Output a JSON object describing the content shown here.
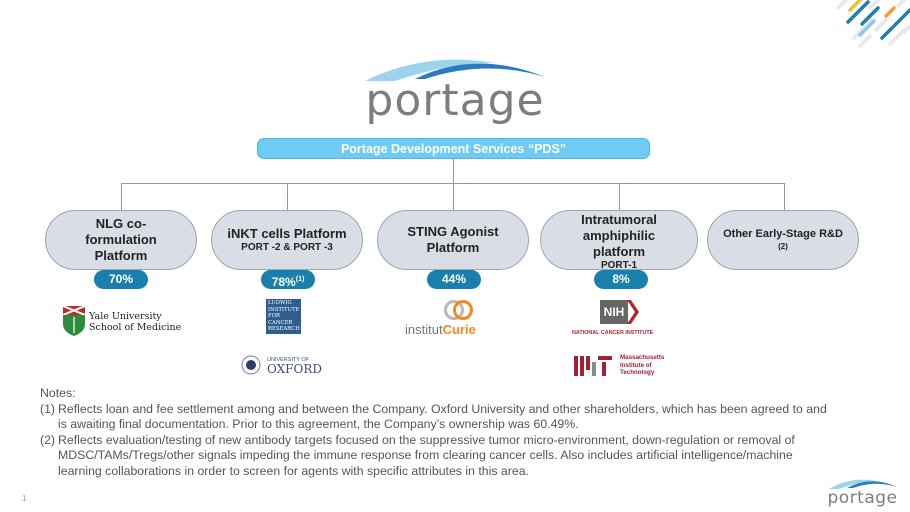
{
  "brand": {
    "logo_text": "portage",
    "colors": {
      "arc_light": "#9dd3ec",
      "arc_dark": "#2a7cbf",
      "logo_gray": "#7d7d7d",
      "pds_bar": "#6fcbf2",
      "badge": "#1a7fab",
      "pill": "#d9dde6",
      "connector": "#8a9ab0"
    }
  },
  "header": {
    "pds_label": "Portage Development Services “PDS”"
  },
  "platforms": [
    {
      "title": "NLG co-formulation Platform",
      "subtitle": "",
      "ownership": "70%",
      "ownership_note": "",
      "partners": [
        "Yale University School of Medicine"
      ]
    },
    {
      "title": "iNKT cells Platform",
      "subtitle": "PORT -2 & PORT -3",
      "ownership": "78%",
      "ownership_note": "(1)",
      "partners": [
        "Ludwig Institute for Cancer Research",
        "University of Oxford"
      ]
    },
    {
      "title": "STING Agonist Platform",
      "subtitle": "",
      "ownership": "44%",
      "ownership_note": "",
      "partners": [
        "institut Curie"
      ]
    },
    {
      "title": "Intratumoral amphiphilic platform",
      "subtitle": "PORT-1",
      "ownership": "8%",
      "ownership_note": "",
      "partners": [
        "NIH National Cancer Institute",
        "Massachusetts Institute of Technology"
      ]
    },
    {
      "title": "Other Early-Stage R&D",
      "subtitle": "(2)",
      "ownership": "",
      "ownership_note": "",
      "partners": []
    }
  ],
  "partner_logos": {
    "yale_line1": "Yale University",
    "yale_line2": "School of Medicine",
    "ludwig_lines": [
      "LUDWIG",
      "INSTITUTE",
      "FOR",
      "CANCER",
      "RESEARCH"
    ],
    "oxford_small": "UNIVERSITY OF",
    "oxford_big": "OXFORD",
    "curie_a": "institut",
    "curie_b": "Curie",
    "nih_mark": "NIH",
    "nih_caption": "NATIONAL CANCER INSTITUTE",
    "mit_lines": [
      "Massachusetts",
      "Institute of",
      "Technology"
    ]
  },
  "notes": {
    "heading": "Notes:",
    "items": [
      {
        "num": "(1)",
        "text": "Reflects loan and fee settlement among and between the Company.  Oxford University and other shareholders, which has been agreed to and is awaiting final documentation.  Prior to this agreement, the Company’s ownership was 60.49%."
      },
      {
        "num": "(2)",
        "text": "Reflects evaluation/testing of new antibody targets focused on the suppressive tumor micro-environment, down-regulation or removal of MDSC/TAMs/Tregs/other signals impeding the immune response from clearing cancer cells.  Also includes artificial intelligence/machine learning collaborations in order to screen for agents with specific attributes in this area."
      }
    ]
  },
  "footer": {
    "page_number": "1",
    "logo_text": "portage"
  }
}
